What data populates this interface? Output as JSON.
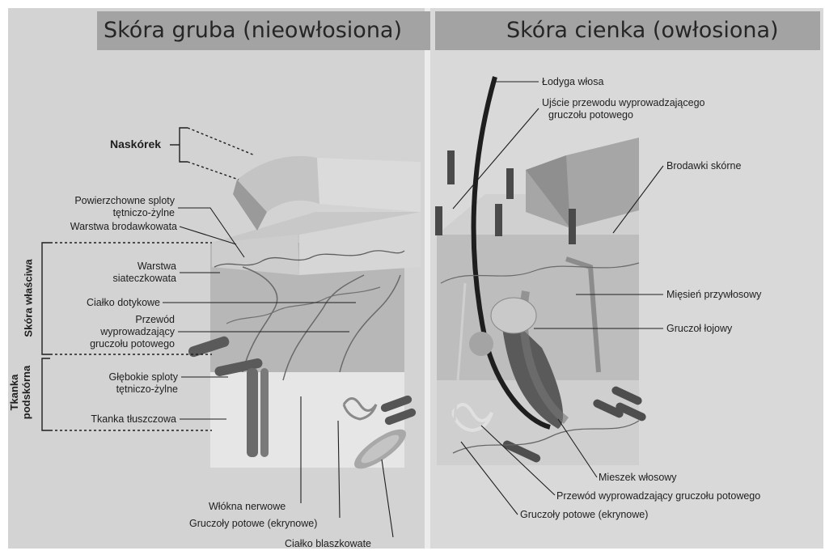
{
  "headers": {
    "thick": "Skóra gruba (nieowłosiona)",
    "thin": "Skóra cienka (owłosiona)"
  },
  "left_labels": {
    "naskorek": "Naskórek",
    "powierzchowne": [
      "Powierzchowne sploty",
      "tętniczo-żylne"
    ],
    "brodawkowata": "Warstwa brodawkowata",
    "siateczkowata": [
      "Warstwa",
      "siateczkowata"
    ],
    "cialko_dotykowe": "Ciałko dotykowe",
    "przewod": [
      "Przewód",
      "wyprowadzający",
      "gruczołu potowego"
    ],
    "glebokie": [
      "Głębokie sploty",
      "tętniczo-żylne"
    ],
    "tluszczowa": "Tkanka tłuszczowa",
    "skora_wlasciwa": "Skóra właściwa",
    "tkanka_podskorna": [
      "Tkanka",
      "podskórna"
    ]
  },
  "bottom_labels": {
    "wlokna": "Włókna nerwowe",
    "gruczoly_left": "Gruczoły potowe (ekrynowe)",
    "blaszkowate": "Ciałko blaszkowate"
  },
  "right_labels": {
    "lodyga": "Łodyga włosa",
    "ujscie": [
      "Ujście przewodu wyprowadzającego",
      "gruczołu potowego"
    ],
    "brodawki": "Brodawki skórne",
    "miesien": "Mięsień przywłosowy",
    "gruczol_lojowy": "Gruczoł łojowy",
    "mieszek": "Mieszek włosowy",
    "przewod_potowy": "Przewód wyprowadzający gruczołu potowego",
    "gruczoly_right": "Gruczoły potowe (ekrynowe)"
  }
}
